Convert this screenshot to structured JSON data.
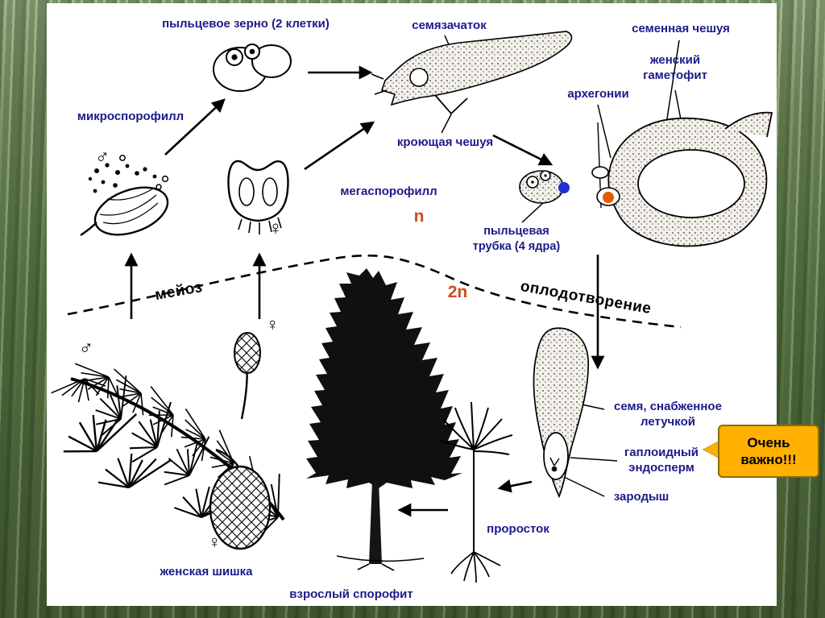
{
  "slide": {
    "labels": {
      "pollen_grain": "пыльцевое зерно (2 клетки)",
      "ovule": "семязачаток",
      "seed_scale": "семенная чешуя",
      "female_gametophyte": "женский гаметофит",
      "archegonia": "архегонии",
      "microsporophyll": "микроспорофилл",
      "covering_scale": "кроющая чешуя",
      "megasporophyll": "мегаспорофилл",
      "pollen_tube": "пыльцевая трубка (4 ядра)",
      "meiosis": "мейоз",
      "fertilization": "оплодотворение",
      "winged_seed": "семя, снабженное летучкой",
      "haploid_endosperm": "гаплоидный эндосперм",
      "embryo": "зародыш",
      "seedling": "проросток",
      "female_cone": "женская шишка",
      "adult_sporophyte": "взрослый спорофит"
    },
    "ploidy": {
      "haploid": "n",
      "diploid": "2n"
    },
    "symbols": {
      "male": "♂",
      "female": "♀"
    },
    "callout": {
      "text": "Очень важно!!!"
    },
    "colors": {
      "label_text": "#1c1a8a",
      "ploidy_text": "#cf4a21",
      "callout_bg": "#ffb000",
      "callout_border": "#8a6d00",
      "diagram_ink": "#000000",
      "archegonium_dot_blue": "#2030d0",
      "egg_dot_orange": "#e25b00"
    }
  }
}
